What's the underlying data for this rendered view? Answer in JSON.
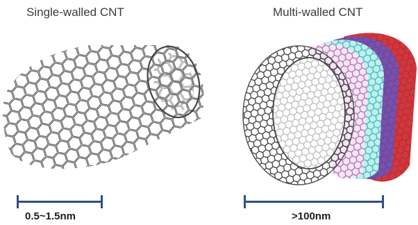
{
  "left": {
    "title": "Single-walled CNT",
    "scale_label": "0.5~1.5nm"
  },
  "right": {
    "title": "Multi-walled CNT",
    "scale_label": ">100nm"
  },
  "colors": {
    "scale_bar": "#2f4f86",
    "wall_gray": "#8a8a8a",
    "wall_dark": "#2a2a2a",
    "wall_cyan": "#5fcfcf",
    "wall_pink": "#c080c0",
    "wall_purple": "#7a4fb0",
    "wall_red": "#d8343a"
  }
}
